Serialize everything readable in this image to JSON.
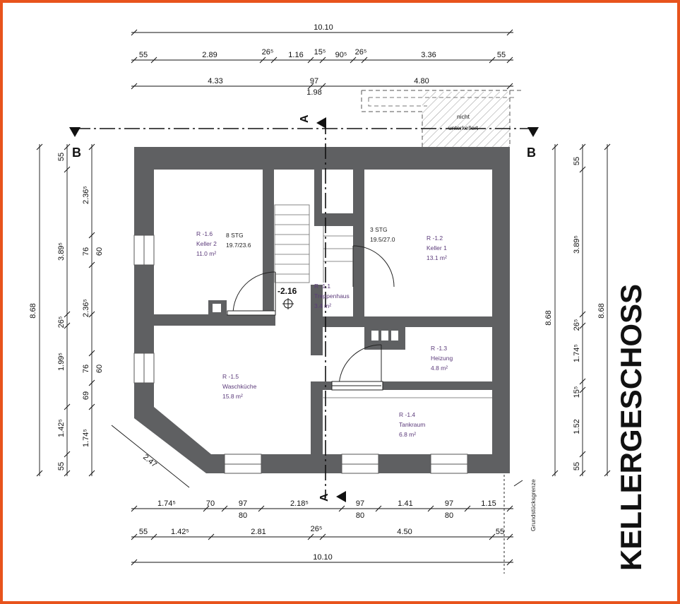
{
  "title": "KELLERGESCHOSS",
  "frame_color": "#e8531d",
  "wall_color": "#5f6062",
  "room_text_color": "#5b3a7a",
  "top_dims": {
    "overall": "10.10",
    "row2": [
      "55",
      "2.89",
      "26⁵",
      "1.16",
      "15⁵",
      "90⁵",
      "26⁵",
      "3.36",
      "55"
    ],
    "row3": [
      "4.33",
      "97",
      "4.80"
    ],
    "row3_sub": "1.98"
  },
  "bottom_dims": {
    "row1": [
      "1.74⁵",
      "70",
      "97",
      "2.18⁵",
      "97",
      "1.41",
      "97",
      "1.15"
    ],
    "row1_sub": [
      "80",
      "80",
      "80"
    ],
    "row2": [
      "55",
      "1.42⁵",
      "2.81",
      "26⁵",
      "4.50",
      "55"
    ],
    "overall": "10.10"
  },
  "left_dims": {
    "overall": "8.68",
    "outer": [
      "55",
      "3.89⁵",
      "26⁵",
      "1.99⁵",
      "1.42⁵",
      "55"
    ],
    "inner": [
      "2.36⁵",
      "76",
      "2.36⁵",
      "76",
      "69",
      "1.74⁵"
    ],
    "openings": [
      "60",
      "60"
    ]
  },
  "right_dims": {
    "overall": "8.68",
    "overall2": "8.68",
    "col": [
      "55",
      "3.89⁵",
      "26⁵",
      "1.74⁵",
      "15⁵",
      "1.52",
      "55"
    ]
  },
  "diag_dim": "2.47",
  "section_labels": {
    "a_top": "A",
    "a_bottom": "A",
    "b_left": "B",
    "b_right": "B"
  },
  "level": "-2.16",
  "not_basement": [
    "nicht",
    "unterkellert"
  ],
  "boundary_label": "Grundstücksgrenze",
  "stairs": [
    {
      "label": "8 STG",
      "value": "19.7/23.6"
    },
    {
      "label": "3 STG",
      "value": "19.5/27.0"
    }
  ],
  "rooms": [
    {
      "id": "R -1.6",
      "name": "Keller 2",
      "area": "11.0 m²"
    },
    {
      "id": "R -1.2",
      "name": "Keller 1",
      "area": "13.1 m²"
    },
    {
      "id": "R -1.1",
      "name": "Treppenhaus",
      "area": "3.4 m²"
    },
    {
      "id": "R -1.3",
      "name": "Heizung",
      "area": "4.8 m²"
    },
    {
      "id": "R -1.5",
      "name": "Waschküche",
      "area": "15.8 m²"
    },
    {
      "id": "R -1.4",
      "name": "Tankraum",
      "area": "6.8 m²"
    }
  ]
}
